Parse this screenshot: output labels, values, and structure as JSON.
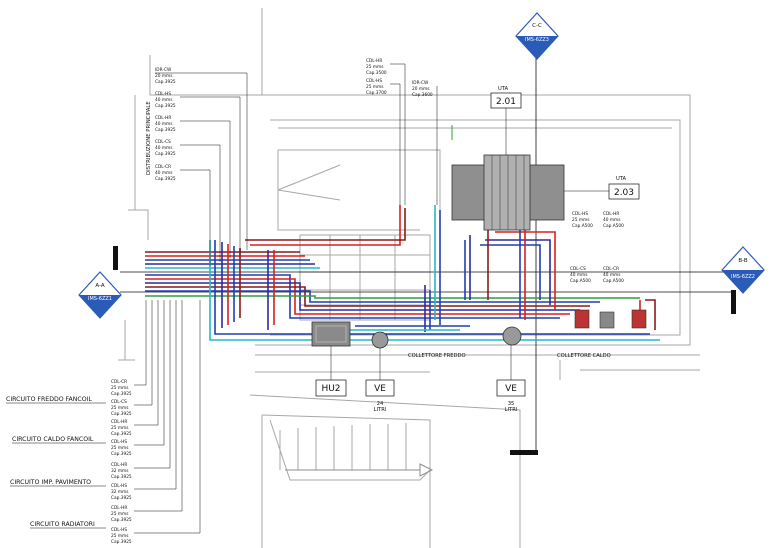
{
  "sections": {
    "aa": {
      "top": "A-A",
      "bottom": "IMS-6ZZ1"
    },
    "bb": {
      "top": "B-B",
      "bottom": "IMS-6ZZ2"
    },
    "cc": {
      "top": "C-C",
      "bottom": "IMS-6ZZ3"
    }
  },
  "vertical_title": "DISTRIBUZIONE PRINCIPALE",
  "pipe_tags_main": [
    {
      "code": "IDR-CW",
      "size": "20 mms",
      "cap": "Cap.3925"
    },
    {
      "code": "CDL-HS",
      "size": "40 mms",
      "cap": "Cap.3925"
    },
    {
      "code": "CDL-HR",
      "size": "40 mms",
      "cap": "Cap.3925"
    },
    {
      "code": "CDL-CS",
      "size": "40 mms",
      "cap": "Cap.3925"
    },
    {
      "code": "CDL-CR",
      "size": "40 mms",
      "cap": "Cap.3925"
    }
  ],
  "pipe_tags_top": [
    {
      "code": "CDL-HR",
      "size": "25 mms",
      "cap": "Cap.3500"
    },
    {
      "code": "CDL-HS",
      "size": "25 mms",
      "cap": "Cap.3700"
    },
    {
      "code": "IDR-CW",
      "size": "20 mms",
      "cap": "Cap.3600"
    }
  ],
  "pipe_tags_uta": [
    {
      "code": "CDL-HS",
      "size": "25 mms",
      "cap": "Cap.A500"
    },
    {
      "code": "CDL-HR",
      "size": "40 mms",
      "cap": "Cap.A500"
    },
    {
      "code": "CDL-CS",
      "size": "40 mms",
      "cap": "Cap.A500"
    },
    {
      "code": "CDL-CR",
      "size": "40 mms",
      "cap": "Cap.A500"
    }
  ],
  "uta_label": "UTA",
  "uta_codes": [
    "2.01",
    "2.03"
  ],
  "equipment": {
    "hu": "HU2",
    "ve1": "VE",
    "ve1_capacity": "24\nLITRI",
    "ve2": "VE",
    "ve2_capacity": "35\nLITRI"
  },
  "collectors": {
    "cold": "COLLETTORE FREDDO",
    "hot": "COLLETTORE CALDO"
  },
  "circuits": [
    "CIRCUITO FREDDO FANCOIL",
    "CIRCUITO CALDO FANCOIL",
    "CIRCUITO IMP. PAVIMENTO",
    "CIRCUITO RADIATORI"
  ],
  "circuit_tags": [
    {
      "code": "CDL-CR",
      "size": "25 mms",
      "cap": "Cap.3925"
    },
    {
      "code": "CDL-CS",
      "size": "25 mms",
      "cap": "Cap.3925"
    },
    {
      "code": "CDL-HR",
      "size": "25 mms",
      "cap": "Cap.3925"
    },
    {
      "code": "CDL-HS",
      "size": "25 mms",
      "cap": "Cap.3925"
    },
    {
      "code": "CDL-HR",
      "size": "32 mms",
      "cap": "Cap.3925"
    },
    {
      "code": "CDL-HS",
      "size": "32 mms",
      "cap": "Cap.3925"
    },
    {
      "code": "CDL-HR",
      "size": "25 mms",
      "cap": "Cap.3925"
    },
    {
      "code": "CDL-HS",
      "size": "25 mms",
      "cap": "Cap.3925"
    }
  ],
  "colors": {
    "hot_supply": "#d62020",
    "hot_return": "#8b1a1a",
    "cold_supply": "#1f3fb0",
    "cold_return": "#2a2aa0",
    "water": "#25b8c8",
    "green": "#2f9e3f",
    "section_mark": "#2a5bb8"
  }
}
